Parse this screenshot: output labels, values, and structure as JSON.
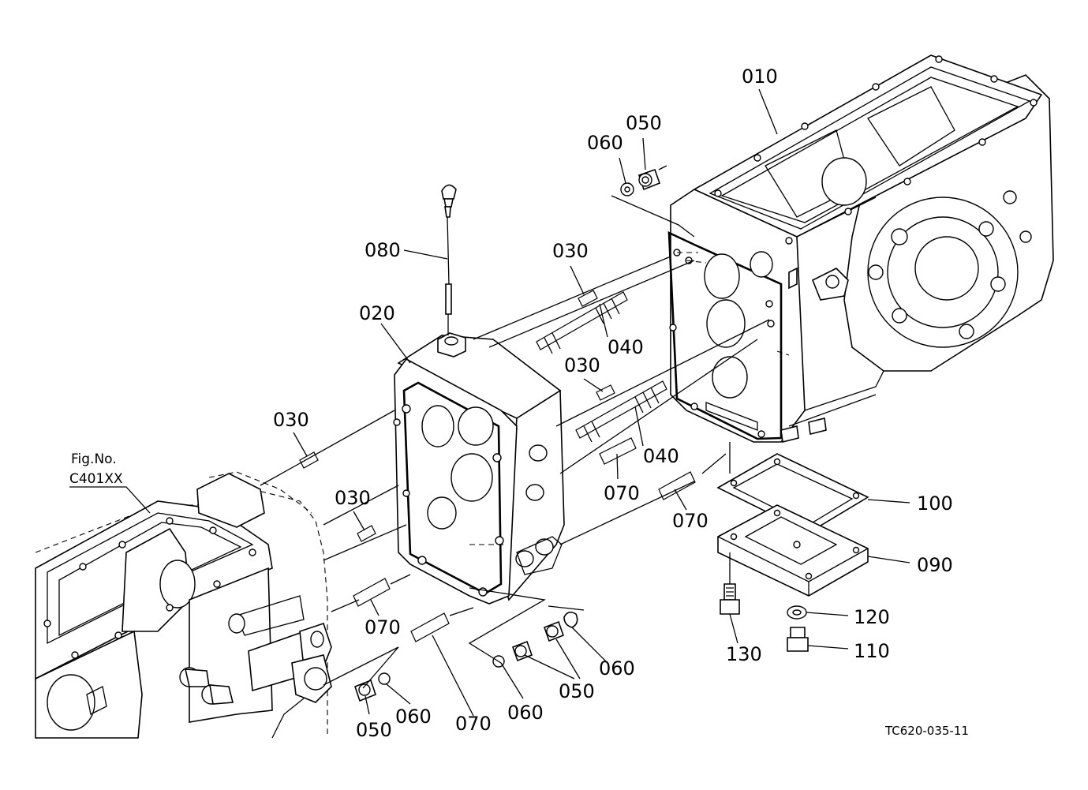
{
  "figure": {
    "drawing_number": "TC620-035-11",
    "reference": {
      "prefix": "Fig.No.",
      "code": "C401XX"
    }
  },
  "callouts": [
    {
      "id": "c010",
      "label": "010"
    },
    {
      "id": "c050a",
      "label": "050"
    },
    {
      "id": "c060a",
      "label": "060"
    },
    {
      "id": "c080",
      "label": "080"
    },
    {
      "id": "c030a",
      "label": "030"
    },
    {
      "id": "c020",
      "label": "020"
    },
    {
      "id": "c040a",
      "label": "040"
    },
    {
      "id": "c030b",
      "label": "030"
    },
    {
      "id": "c030c",
      "label": "030"
    },
    {
      "id": "c040b",
      "label": "040"
    },
    {
      "id": "c070a",
      "label": "070"
    },
    {
      "id": "c070b",
      "label": "070"
    },
    {
      "id": "c100",
      "label": "100"
    },
    {
      "id": "c030d",
      "label": "030"
    },
    {
      "id": "c090",
      "label": "090"
    },
    {
      "id": "c070c",
      "label": "070"
    },
    {
      "id": "c120",
      "label": "120"
    },
    {
      "id": "c130",
      "label": "130"
    },
    {
      "id": "c110",
      "label": "110"
    },
    {
      "id": "c060b",
      "label": "060"
    },
    {
      "id": "c050b",
      "label": "050"
    },
    {
      "id": "c060c",
      "label": "060"
    },
    {
      "id": "c050c",
      "label": "050"
    },
    {
      "id": "c060d",
      "label": "060"
    },
    {
      "id": "c070d",
      "label": "070"
    }
  ]
}
